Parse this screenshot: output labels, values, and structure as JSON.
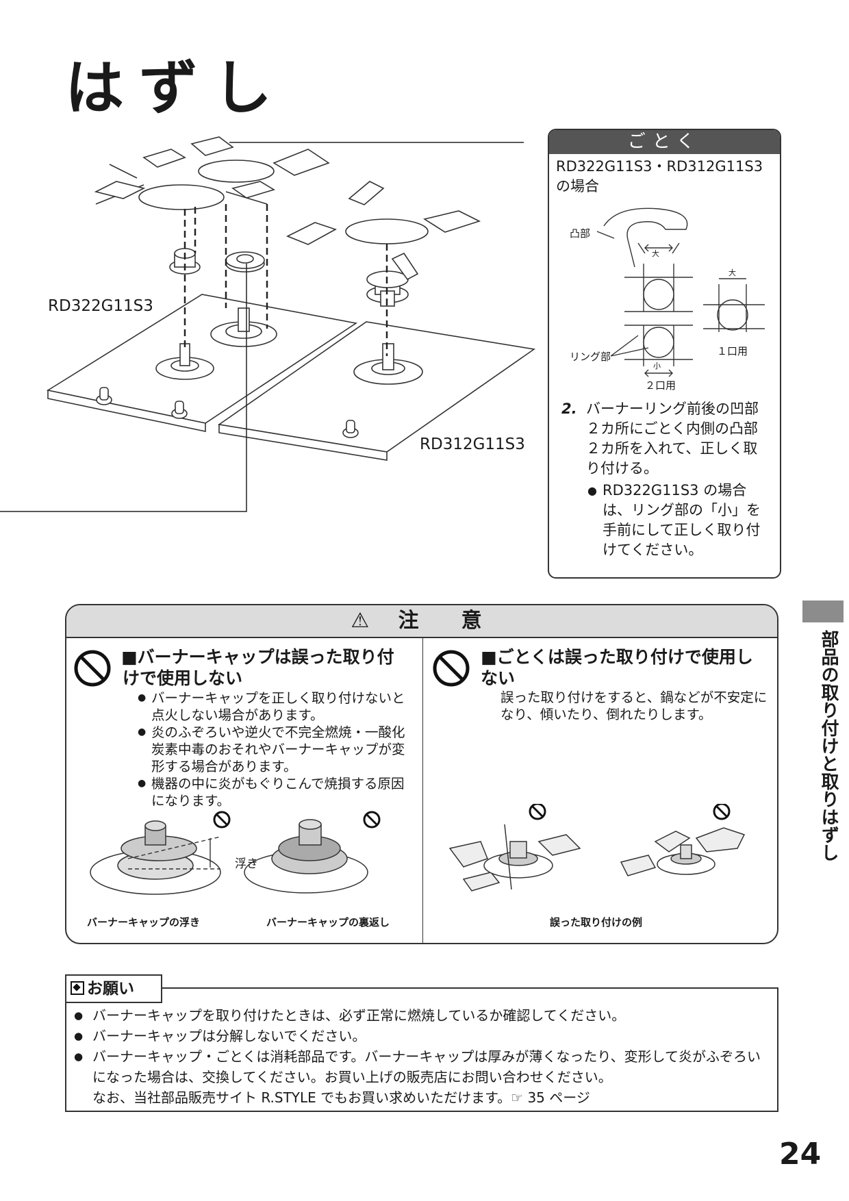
{
  "page": {
    "title": "はずし",
    "side_tab": "部品の取り付けと取りはずし",
    "page_number": "24"
  },
  "figure_main": {
    "label_left": "RD322G11S3",
    "label_right": "RD312G11S3"
  },
  "gotoku": {
    "heading": "ごとく",
    "sub": "RD322G11S3・RD312G11S3の場合",
    "diagram": {
      "totsubu": "凸部",
      "ring": "リング部",
      "dai": "大",
      "sho": "小",
      "two_burner": "２口用",
      "one_burner": "１口用"
    },
    "step_num": "2.",
    "step_text": "バーナーリング前後の凹部２カ所にごとく内側の凸部２カ所を入れて、正しく取り付ける。",
    "step_bullet": "RD322G11S3 の場合は、リング部の「小」を手前にして正しく取り付けてください。"
  },
  "caution": {
    "heading": "⚠ 注　意",
    "left": {
      "title": "■バーナーキャップは誤った取り付けで使用しない",
      "bullets": [
        "バーナーキャップを正しく取り付けないと点火しない場合があります。",
        "炎のふぞろいや逆火で不完全燃焼・一酸化炭素中毒のおそれやバーナーキャップが変形する場合があります。",
        "機器の中に炎がもぐりこんで焼損する原因になります。"
      ],
      "uki_label": "浮き",
      "caption1": "バーナーキャップの浮き",
      "caption2": "バーナーキャップの裏返し"
    },
    "right": {
      "title": "■ごとくは誤った取り付けで使用しない",
      "text": "誤った取り付けをすると、鍋などが不安定になり、傾いたり、倒れたりします。",
      "caption": "誤った取り付けの例"
    }
  },
  "onegai": {
    "tab": "お願い",
    "items": [
      "バーナーキャップを取り付けたときは、必ず正常に燃焼しているか確認してください。",
      "バーナーキャップは分解しないでください。",
      "バーナーキャップ・ごとくは消耗部品です。バーナーキャップは厚みが薄くなったり、変形して炎がふぞろいになった場合は、交換してください。お買い上げの販売店にお問い合わせください。"
    ],
    "note": "なお、当社部品販売サイト R.STYLE でもお買い求めいただけます。☞ 35 ページ"
  }
}
